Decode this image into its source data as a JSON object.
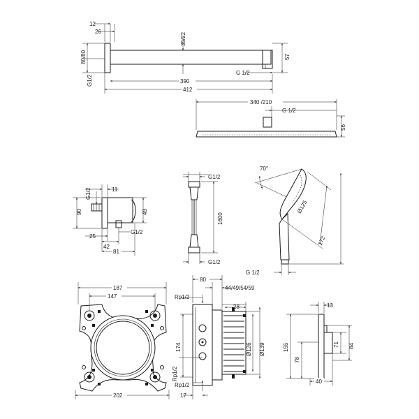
{
  "shower_arm": {
    "dims": [
      "12",
      "26",
      "35/22",
      "57",
      "80/80",
      "G 1/2",
      "G1/2",
      "390",
      "412"
    ]
  },
  "overhead_shower": {
    "dims": [
      "340 /210",
      "G 1/2",
      "56"
    ]
  },
  "wall_outlet": {
    "dims": [
      "G1/2",
      "11",
      "90",
      "49",
      "25",
      "G1/2",
      "42",
      "81"
    ]
  },
  "hose": {
    "dims": [
      "G1/2",
      "1600",
      "G1/2"
    ]
  },
  "hand_shower": {
    "dims": [
      "70°",
      "Ø125",
      "172",
      "G 1/2"
    ]
  },
  "rough_body_front": {
    "dims": [
      "187",
      "147",
      "202"
    ]
  },
  "rough_body_side": {
    "dims": [
      "80",
      "44/49/54/59",
      "Rp1/2",
      "28",
      "174",
      "Ø126",
      "Ø139",
      "Rp1/2",
      "Rp1/2",
      "17"
    ]
  },
  "trim_plate": {
    "dims": [
      "13",
      "155",
      "71",
      "84",
      "78",
      "40"
    ]
  }
}
